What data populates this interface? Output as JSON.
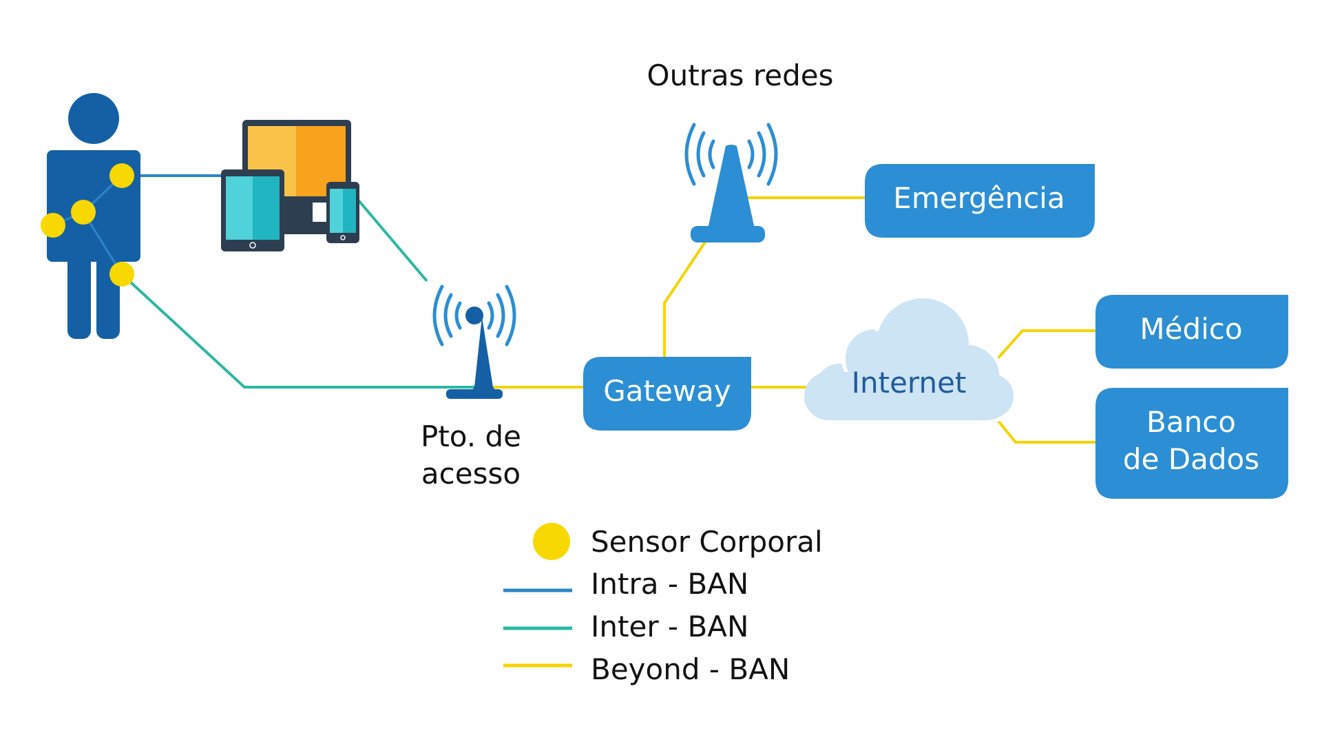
{
  "colors": {
    "intra": "#2b86c9",
    "inter": "#2bb8a3",
    "beyond": "#f5d400",
    "box": "#2c8ed4",
    "person": "#1560a4",
    "sensor": "#f7d800",
    "cloud": "#cde4f4"
  },
  "icons": {
    "person": "person-icon",
    "devices": "devices-icon",
    "access_point": "antenna-icon",
    "other_networks": "antenna-icon",
    "cloud": "cloud-icon"
  },
  "nodes": {
    "other_networks": "Outras redes",
    "emergency": "Emergência",
    "access_point_line1": "Pto. de",
    "access_point_line2": "acesso",
    "gateway": "Gateway",
    "internet": "Internet",
    "doctor": "Médico",
    "database_line1": "Banco",
    "database_line2": "de Dados"
  },
  "legend": {
    "sensor": "Sensor Corporal",
    "intra": "Intra - BAN",
    "inter": "Inter - BAN",
    "beyond": "Beyond - BAN"
  }
}
